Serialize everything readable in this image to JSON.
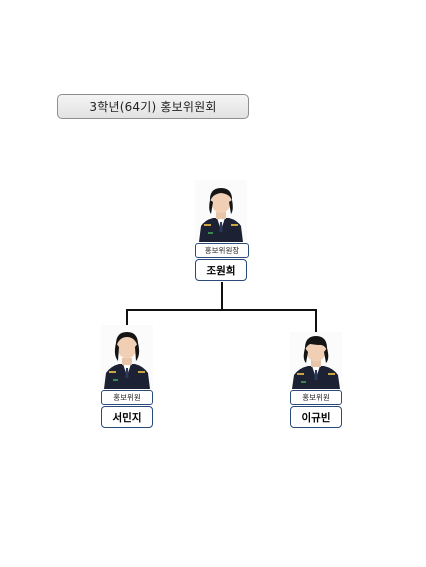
{
  "title": "3학년(64기)  홍보위원회",
  "members": [
    {
      "role": "홍보위원장",
      "name": "조원희",
      "photo_icon": "student-portrait-icon"
    },
    {
      "role": "홍보위원",
      "name": "서민지",
      "photo_icon": "student-portrait-icon"
    },
    {
      "role": "홍보위원",
      "name": "이규빈",
      "photo_icon": "student-portrait-icon"
    }
  ],
  "colors": {
    "connector": "#111111",
    "box_border": "#2a4a7a",
    "uniform": "#1c2233",
    "title_bg": "#e8e8e8"
  }
}
